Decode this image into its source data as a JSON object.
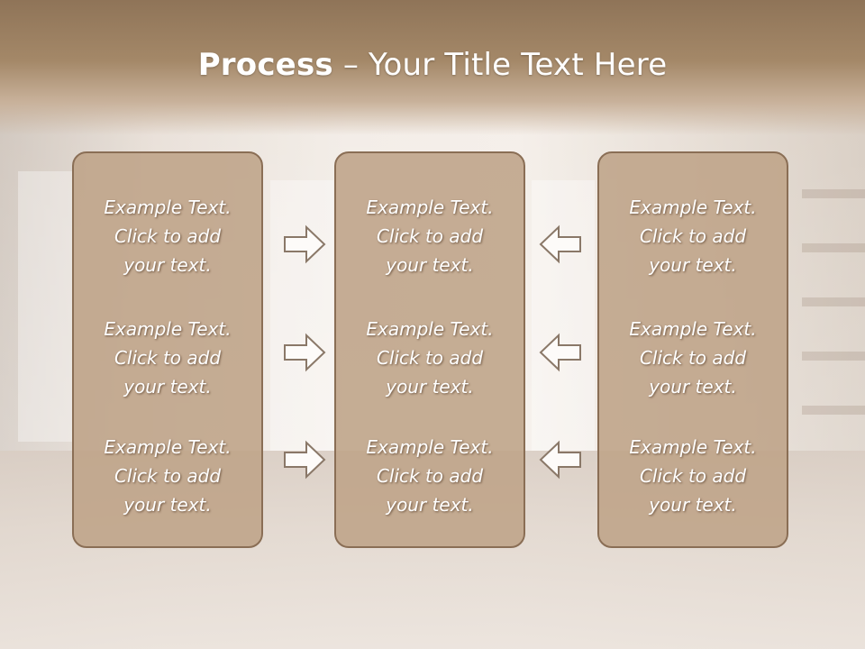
{
  "slide": {
    "title_bold": "Process",
    "title_rest": " – Your Title Text Here"
  },
  "columns": [
    {
      "items": [
        "Example Text.\nClick  to add\nyour text.",
        "Example Text.\nClick  to add\nyour text.",
        "Example Text.\nClick  to add\nyour text."
      ]
    },
    {
      "items": [
        "Example Text.\nClick  to add\nyour text.",
        "Example Text.\nClick  to add\nyour text.",
        "Example Text.\nClick  to add\nyour text."
      ]
    },
    {
      "items": [
        "Example Text.\nClick  to add\nyour text.",
        "Example Text.\nClick  to add\nyour text.",
        "Example Text.\nClick  to add\nyour text."
      ]
    }
  ],
  "arrows": {
    "left_group": "right-arrow-icon",
    "right_group": "left-arrow-icon"
  },
  "colors": {
    "header": "#a48868",
    "panel_fill": "#bea387",
    "panel_border": "#8a6e55",
    "text": "#ffffff"
  }
}
